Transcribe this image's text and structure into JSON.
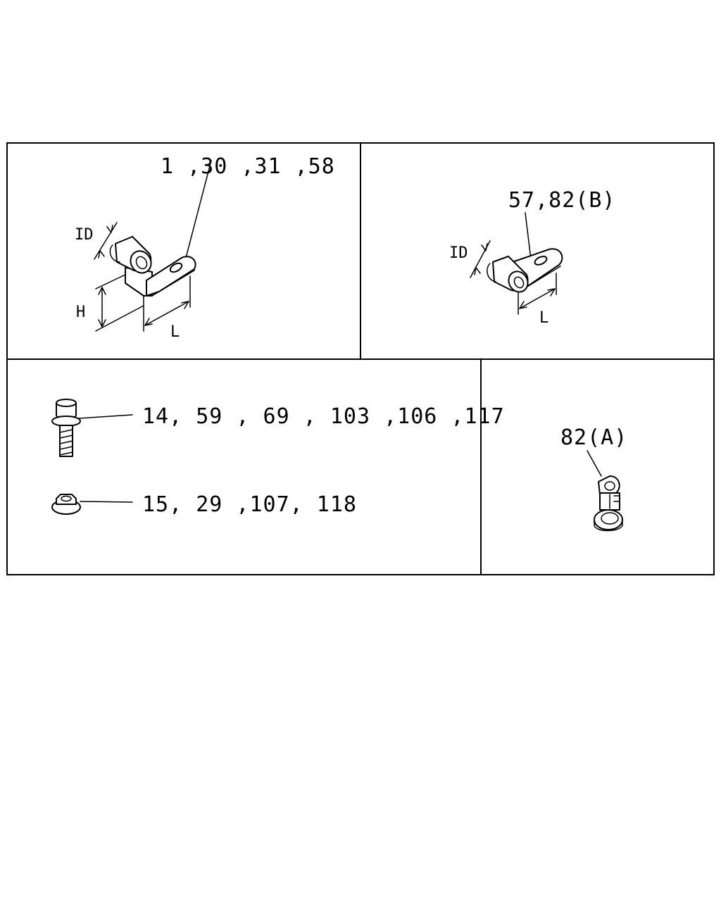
{
  "panels": {
    "clip_l": {
      "callout": "1 ,30 ,31 ,58",
      "dim_id": "ID",
      "dim_h": "H",
      "dim_l": "L"
    },
    "clip_flat": {
      "callout": "57,82(B)",
      "dim_id": "ID",
      "dim_l": "L"
    },
    "fasteners": {
      "bolt_callout": "14, 59 , 69 , 103 ,106 ,117",
      "nut_callout": "15, 29 ,107, 118"
    },
    "clip_double": {
      "callout": "82(A)"
    }
  }
}
